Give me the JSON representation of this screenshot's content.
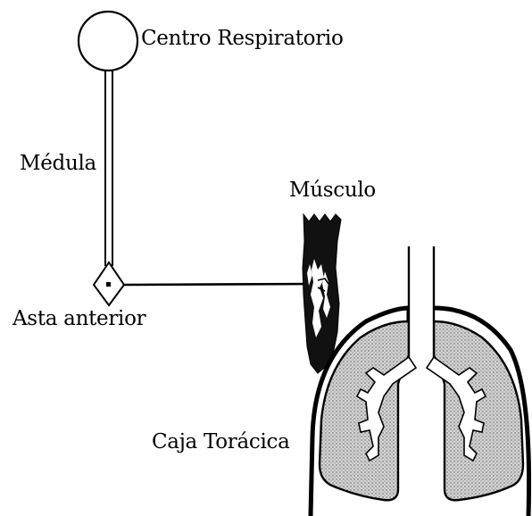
{
  "labels": {
    "respiratory_center": "Centro Respiratorio",
    "spinal_cord": "Médula",
    "muscle": "Músculo",
    "anterior_horn": "Asta anterior",
    "thoracic_cage": "Caja Torácica"
  },
  "colors": {
    "ink": "#000000",
    "lung_fill": "#c9c9c9",
    "background": "#ffffff"
  }
}
